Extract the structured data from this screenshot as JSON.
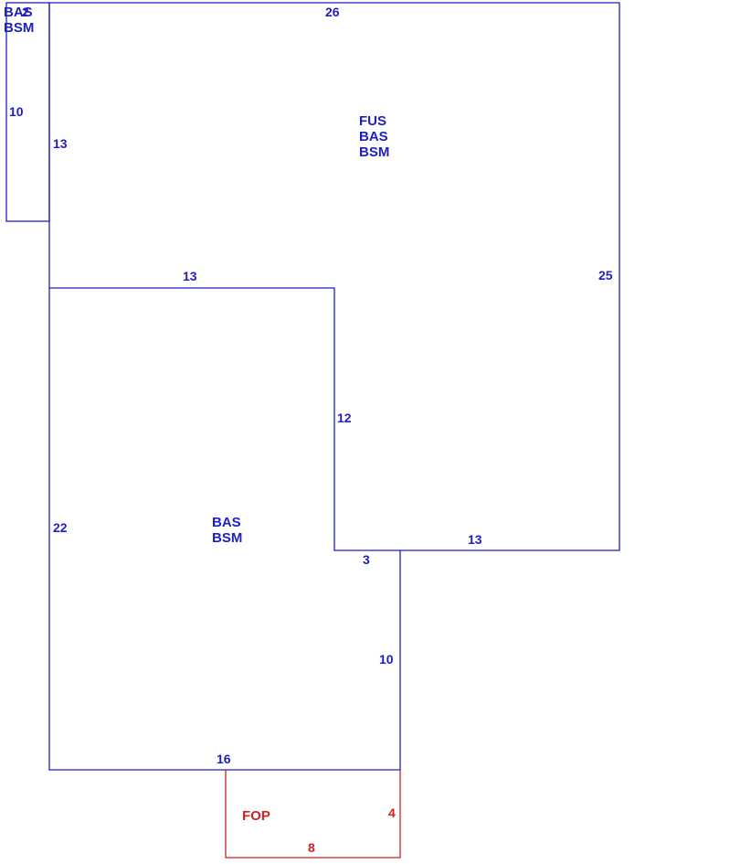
{
  "colors": {
    "primary": "#1f1fbf",
    "porch": "#d42020",
    "background": "#ffffff"
  },
  "sections": {
    "small_left": {
      "area_lines": [
        "BAS",
        "BSM"
      ],
      "dimension_width": "2",
      "dimension_height": "10"
    },
    "upper": {
      "area_lines": [
        "FUS",
        "BAS",
        "BSM"
      ],
      "dimension_top": "26",
      "dimension_right": "25",
      "dimension_left": "13",
      "dimension_inner_top": "13",
      "dimension_inner_vertical": "12",
      "dimension_bottom": "13"
    },
    "lower": {
      "area_lines": [
        "BAS",
        "BSM"
      ],
      "dimension_left": "22",
      "dimension_step": "3",
      "dimension_right": "10",
      "dimension_bottom": "16"
    },
    "porch": {
      "area_label": "FOP",
      "dimension_right": "4",
      "dimension_bottom": "8"
    }
  }
}
